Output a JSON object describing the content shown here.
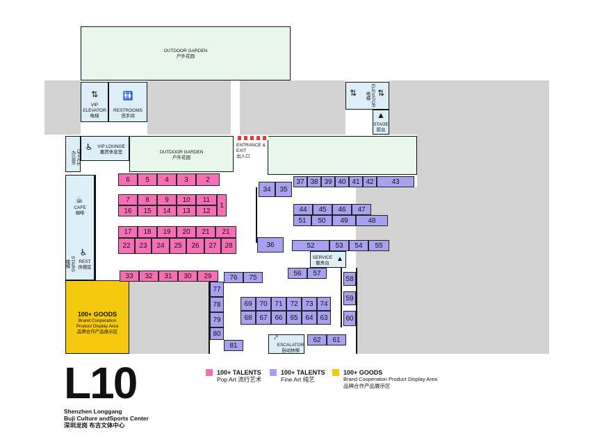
{
  "floor": {
    "code": "L10",
    "venue_en_1": "Shenzhen Longgang",
    "venue_en_2": "Buji Culture andSports Center",
    "venue_cn": "深圳龙岗  布吉文体中心"
  },
  "areas": {
    "outdoor_garden_top": {
      "en": "OUTDOOR GARDEN",
      "cn": "户外花园"
    },
    "outdoor_garden_mid": {
      "en": "OUTDOOR GARDEN",
      "cn": "户外花园"
    },
    "vip_elevator": {
      "en1": "VIP",
      "en2": "ELEVATOR",
      "cn": "电梯"
    },
    "restrooms": {
      "en": "RESTROOMS",
      "cn": "洗手间"
    },
    "vip_lounge": {
      "en": "VIP LOUNGE",
      "cn": "嘉宾休息室"
    },
    "office": {
      "en": "OFFICE",
      "cn": "办公室"
    },
    "cafe": {
      "en": "CAFE",
      "cn": "咖啡"
    },
    "rest": {
      "en": "REST",
      "cn": "休憩区"
    },
    "stairs": {
      "en": "STAIRS",
      "cn": "楼梯"
    },
    "entrance": {
      "en1": "ENTRANCE &",
      "en2": "EXIT",
      "cn": "出入口"
    },
    "elevator_right": {
      "en": "ELEVATOR",
      "cn": "电梯"
    },
    "stage": {
      "en": "STAGE",
      "cn": "前台"
    },
    "service": {
      "en": "SERVICE",
      "cn": "服务台"
    },
    "escalator": {
      "en": "ESCALATOR",
      "cn": "自动扶梯"
    },
    "goods": {
      "title": "100+ GOODS",
      "en1": "Brand Cooperation",
      "en2": "Product Display Area",
      "cn": "品牌合作产品展示区"
    }
  },
  "booths_pink": [
    "6",
    "5",
    "4",
    "3",
    "2",
    "7",
    "8",
    "9",
    "10",
    "11",
    "16",
    "15",
    "14",
    "13",
    "12",
    "1",
    "17",
    "18",
    "19",
    "20",
    "21",
    "21",
    "22",
    "23",
    "24",
    "25",
    "26",
    "27",
    "28",
    "33",
    "32",
    "31",
    "30",
    "29"
  ],
  "booths_purple": [
    "34",
    "35",
    "37",
    "38",
    "39",
    "40",
    "41",
    "42",
    "43",
    "44",
    "45",
    "46",
    "47",
    "51",
    "50",
    "49",
    "48",
    "36",
    "52",
    "53",
    "54",
    "55",
    "56",
    "57",
    "76",
    "75",
    "77",
    "78",
    "79",
    "80",
    "81",
    "58",
    "59",
    "60",
    "69",
    "70",
    "71",
    "72",
    "73",
    "74",
    "68",
    "67",
    "66",
    "65",
    "64",
    "63",
    "62",
    "61"
  ],
  "legend": [
    {
      "title": "100+ TALENTS",
      "sub": "Pop Art  流行艺术",
      "color": "#f46fb4"
    },
    {
      "title": "100+ TALENTS",
      "sub": "Fine Art  纯艺",
      "color": "#a8a1f0"
    },
    {
      "title": "100+ GOODS",
      "sub": "Brand Cooperation Product Display Area",
      "sub_cn": "品牌合作产品展示区",
      "color": "#f6c90e"
    }
  ],
  "icons": {
    "elevator": "elevator-icon",
    "restroom": "restroom-icon",
    "accessible": "wheelchair-icon",
    "coffee": "coffee-icon",
    "stairs": "stairs-icon",
    "escalator": "escalator-icon",
    "service": "service-desk-icon"
  }
}
